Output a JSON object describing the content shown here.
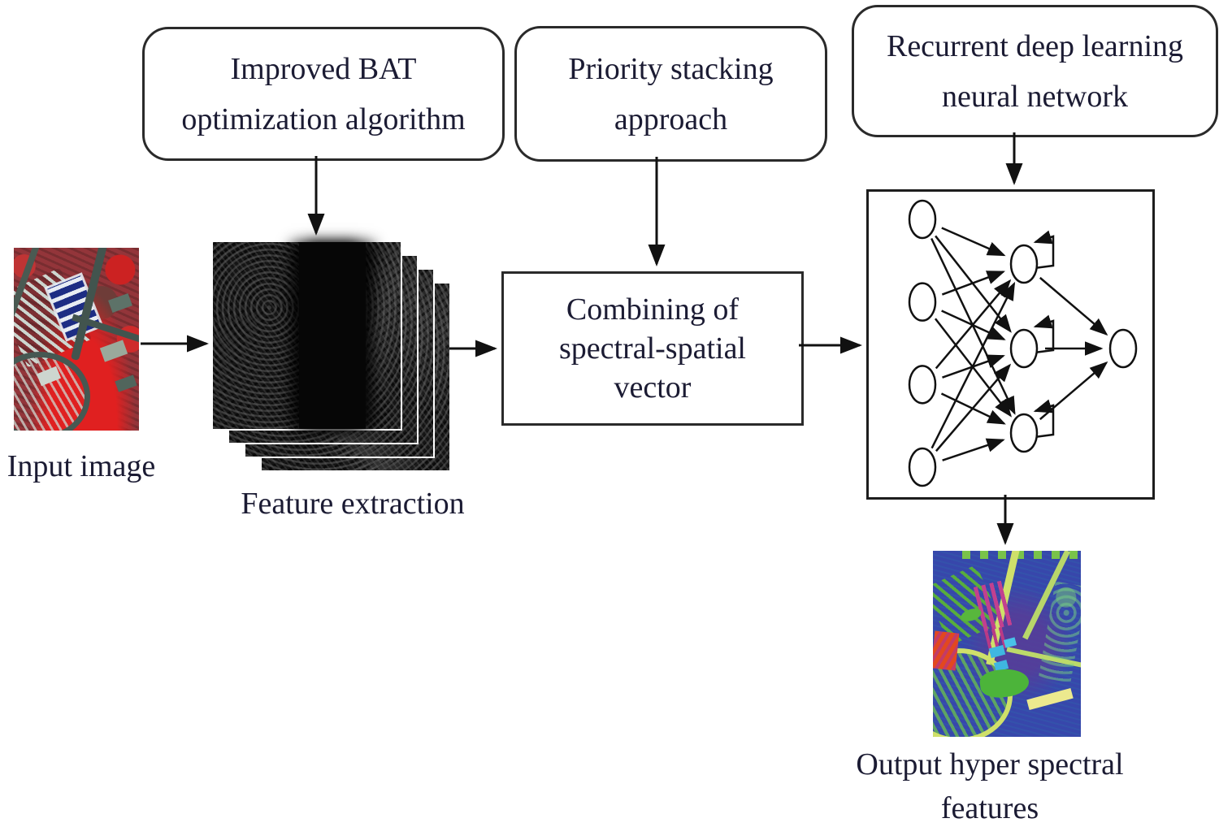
{
  "figure": {
    "boxes": {
      "bat": {
        "line1": "Improved BAT",
        "line2": "optimization algorithm"
      },
      "priority": {
        "line1": "Priority stacking",
        "line2": "approach"
      },
      "recurrent": {
        "line1": "Recurrent deep learning",
        "line2": "neural network"
      },
      "combining": {
        "line1": "Combining of",
        "line2": "spectral-spatial",
        "line3": "vector"
      }
    },
    "captions": {
      "input_image": "Input image",
      "feature_extraction": "Feature extraction",
      "output_line1": "Output hyper spectral",
      "output_line2": "features"
    },
    "nn": {
      "input_nodes": 4,
      "hidden_nodes": 3,
      "output_nodes": 1,
      "hidden_self_loops": true
    },
    "colors": {
      "line": "#111111",
      "text": "#1b1b33",
      "background": "#ffffff"
    }
  }
}
